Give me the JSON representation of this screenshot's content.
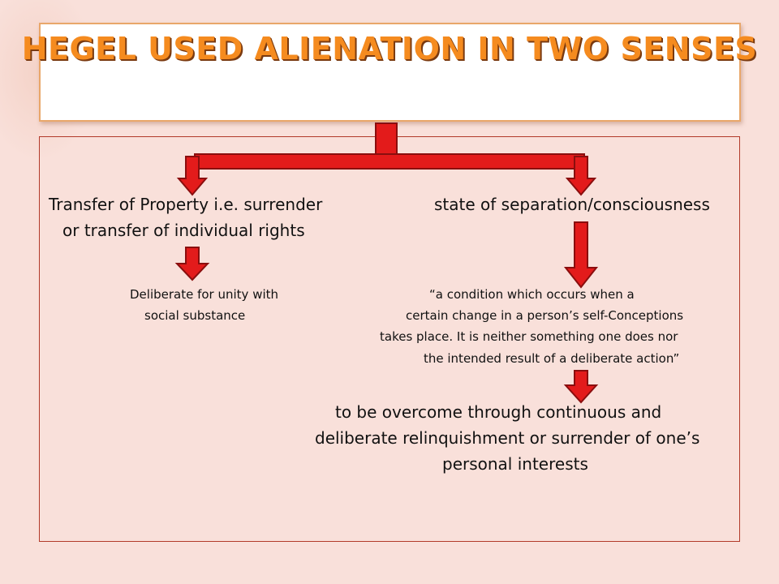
{
  "slide": {
    "title": "Hegel Used Alienation In Two Senses"
  },
  "left_branch": {
    "heading_line1": "Transfer of Property i.e. surrender",
    "heading_line2": "or transfer of individual rights",
    "detail_line1": "Deliberate for unity with",
    "detail_line2": "social substance"
  },
  "right_branch": {
    "heading": "state of separation/consciousness",
    "quote_line1": "“a condition which occurs when a",
    "quote_line2": "certain change in a person’s self-Conceptions",
    "quote_line3": "takes place. It is neither  something  one does nor",
    "quote_line4": "the intended result of a deliberate  action”",
    "result_line1": "to be overcome through continuous and",
    "result_line2": "deliberate relinquishment or surrender of one’s",
    "result_line3": "personal interests"
  },
  "colors": {
    "arrow_fill": "#e31b1b",
    "arrow_stroke": "#8a0e0e",
    "title_text": "#f58b1f",
    "title_border": "#e9a76a",
    "background": "#f9e0da"
  },
  "icons": [
    "down-arrow-icon"
  ]
}
